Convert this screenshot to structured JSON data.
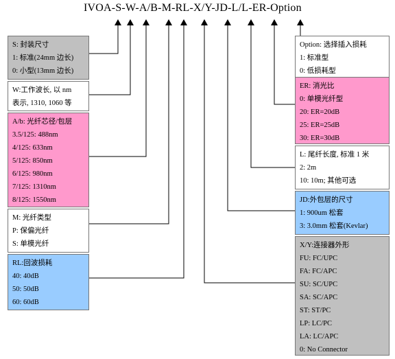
{
  "title": "IVOA-S-W-A/B-M-RL-X/Y-JD-L/L-ER-Option",
  "left_boxes": [
    {
      "id": "s",
      "color": "gray",
      "lines": [
        "S: 封装尺寸",
        "1: 标准(24mm 边长)",
        "0: 小型(13mm 边长)"
      ]
    },
    {
      "id": "w",
      "color": "white",
      "lines": [
        "W:工作波长, 以 nm",
        "表示, 1310, 1060 等"
      ]
    },
    {
      "id": "ab",
      "color": "pink",
      "lines": [
        "A/b: 光纤芯径/包层",
        "3.5/125: 488nm",
        "4/125: 633nm",
        "5/125: 850nm",
        "6/125: 980nm",
        "7/125: 1310nm",
        "8/125: 1550nm"
      ]
    },
    {
      "id": "m",
      "color": "white",
      "lines": [
        "M: 光纤类型",
        "P: 保偏光纤",
        "S: 单模光纤"
      ]
    },
    {
      "id": "rl",
      "color": "blue",
      "lines": [
        "RL:回波损耗",
        "40: 40dB",
        "50: 50dB",
        "60: 60dB"
      ]
    }
  ],
  "right_boxes": [
    {
      "id": "option",
      "color": "white",
      "lines": [
        "Option: 选择插入损耗",
        "1: 标准型",
        "0: 低损耗型"
      ]
    },
    {
      "id": "er",
      "color": "pink",
      "lines": [
        "ER: 消光比",
        "0: 单模光纤型",
        "20: ER=20dB",
        "25: ER=25dB",
        "30: ER=30dB"
      ]
    },
    {
      "id": "l",
      "color": "white",
      "lines": [
        "L: 尾纤长度, 标准 1 米",
        "2: 2m",
        "10: 10m; 其他可选"
      ]
    },
    {
      "id": "jd",
      "color": "blue",
      "lines": [
        "JD:外包层的尺寸",
        "1: 900um 松套",
        "3: 3.0mm 松套(Kevlar)"
      ]
    },
    {
      "id": "xy",
      "color": "gray",
      "lines": [
        "X/Y:连接器外形",
        "FU: FC/UPC",
        "FA: FC/APC",
        "SU: SC/UPC",
        "SA: SC/APC",
        "ST: ST/PC",
        "LP: LC/PC",
        "LA: LC/APC",
        "0: No Connector"
      ]
    }
  ]
}
